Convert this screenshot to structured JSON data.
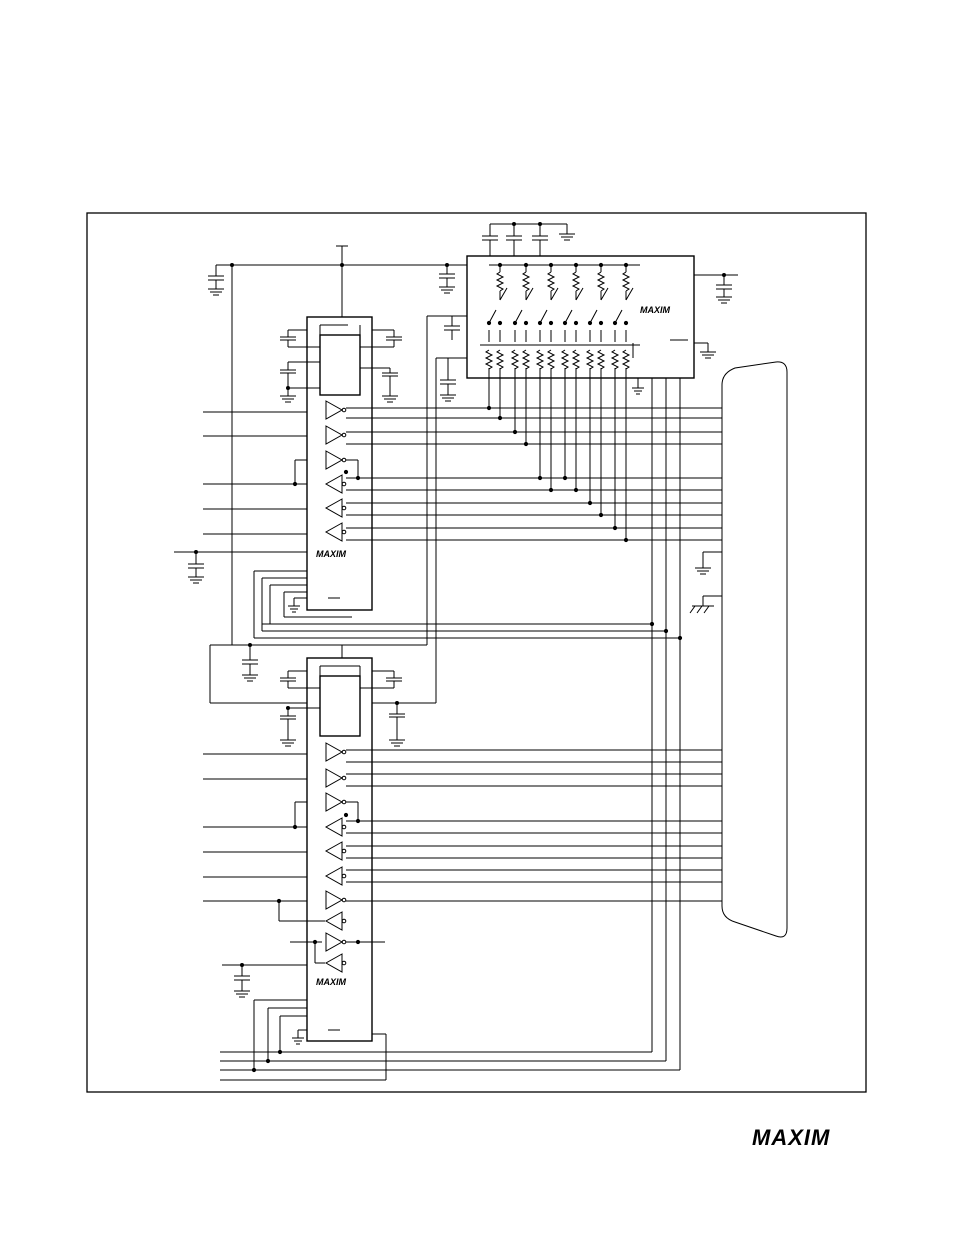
{
  "diagram": {
    "chips": [
      {
        "id": "transceiver-top",
        "logo": "MAXIM"
      },
      {
        "id": "transceiver-bottom",
        "logo": "MAXIM"
      },
      {
        "id": "termination-network",
        "logo": "MAXIM"
      }
    ],
    "footer_logo": "MAXIM"
  }
}
